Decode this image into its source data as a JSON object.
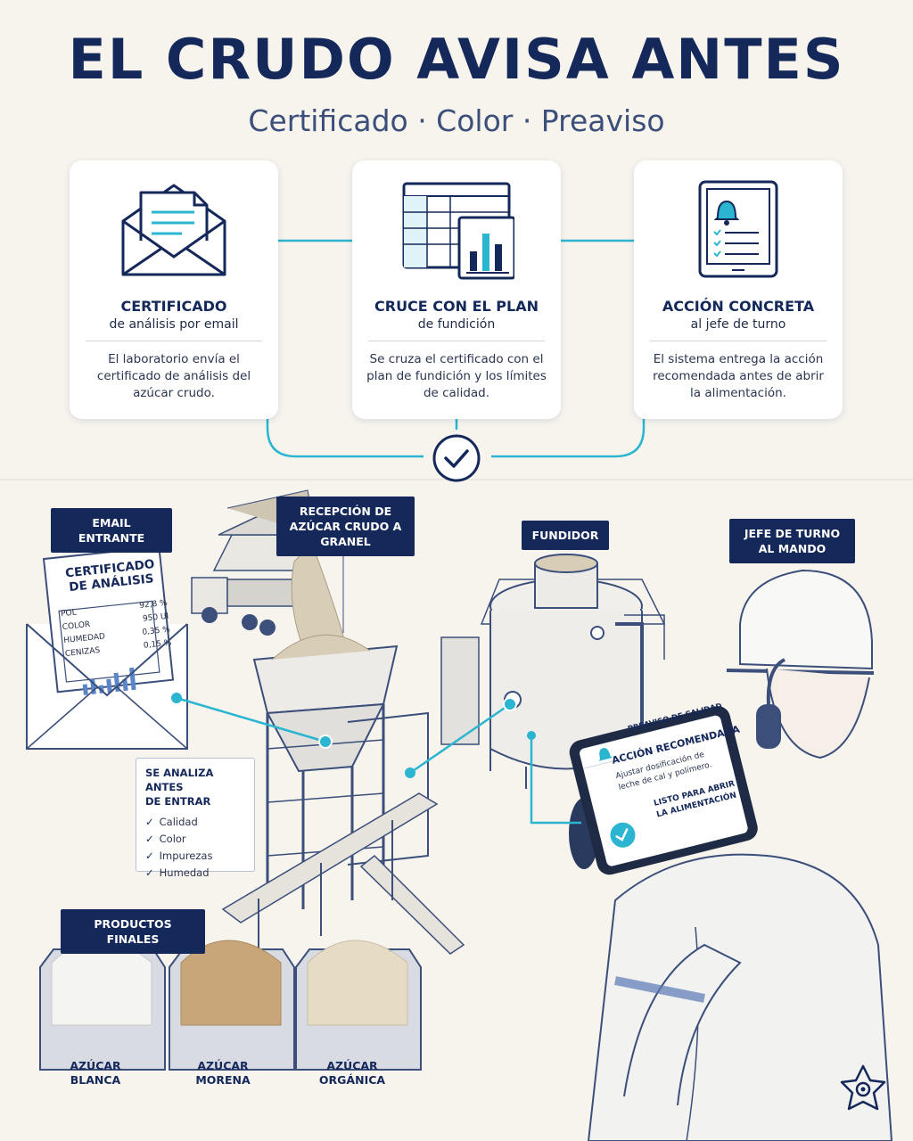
{
  "header": {
    "title": "EL CRUDO AVISA ANTES",
    "subtitle": "Certificado · Color · Preaviso"
  },
  "steps": [
    {
      "title": "CERTIFICADO",
      "subtitle": "de análisis por email",
      "description": "El laboratorio envía el certificado de análisis del azúcar crudo.",
      "icon": "envelope-icon"
    },
    {
      "title": "CRUCE CON EL PLAN",
      "subtitle": "de fundición",
      "description": "Se cruza el certificado con el plan de fundición y los límites de calidad.",
      "icon": "spreadsheet-chart-icon"
    },
    {
      "title": "ACCIÓN CONCRETA",
      "subtitle": "al jefe de turno",
      "description": "El sistema entrega la acción recomendada antes de abrir la alimentación.",
      "icon": "tablet-bell-icon"
    }
  ],
  "labels": {
    "email": "EMAIL ENTRANTE",
    "reception_line1": "RECEPCIÓN DE",
    "reception_line2": "AZÚCAR CRUDO A GRANEL",
    "melter": "FUNDIDOR",
    "supervisor_line1": "JEFE DE TURNO",
    "supervisor_line2": "AL MANDO",
    "products": "PRODUCTOS FINALES"
  },
  "certificate": {
    "title_line1": "CERTIFICADO",
    "title_line2": "DE ANÁLISIS",
    "rows": [
      {
        "name": "POL",
        "value": "92,8 %"
      },
      {
        "name": "COLOR",
        "value": "950 UI"
      },
      {
        "name": "HUMEDAD",
        "value": "0,35 %"
      },
      {
        "name": "CENIZAS",
        "value": "0,15 %"
      }
    ]
  },
  "checklist": {
    "title_line1": "SE ANALIZA ANTES",
    "title_line2": "DE ENTRAR",
    "items": [
      "Calidad",
      "Color",
      "Impurezas",
      "Humedad"
    ]
  },
  "tablet": {
    "header": "PREAVISO DE CALIDAD",
    "action_title": "ACCIÓN RECOMENDADA",
    "action_text_line1": "Ajustar dosificación de",
    "action_text_line2": "leche de cal y polímero.",
    "ready_line1": "LISTO PARA ABRIR",
    "ready_line2": "LA ALIMENTACIÓN"
  },
  "products": [
    {
      "line1": "AZÚCAR",
      "line2": "BLANCA",
      "color": "#f4f4f2"
    },
    {
      "line1": "AZÚCAR",
      "line2": "MORENA",
      "color": "#c9a679"
    },
    {
      "line1": "AZÚCAR",
      "line2": "ORGÁNICA",
      "color": "#e6dcc6"
    }
  ],
  "colors": {
    "navy": "#14285a",
    "accent": "#2bb5d0",
    "background": "#f7f4ee"
  }
}
